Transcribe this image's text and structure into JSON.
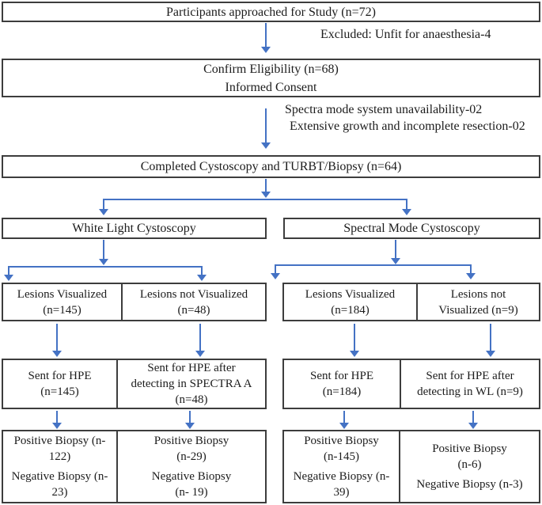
{
  "palette": {
    "arrow_color": "#4472C4",
    "box_border_color": "#3d3d3d",
    "background": "#ffffff"
  },
  "flow": {
    "participants": {
      "text": "Participants approached for Study (n=72)"
    },
    "excluded_note": {
      "text": "Excluded: Unfit for anaesthesia-4"
    },
    "eligibility": {
      "line1": "Confirm Eligibility (n=68)",
      "line2": "Informed Consent"
    },
    "dropout_notes": {
      "line1": "Spectra mode system unavailability-02",
      "line2": "Extensive growth and incomplete resection-02"
    },
    "completed": {
      "text": "Completed Cystoscopy and TURBT/Biopsy (n=64)"
    },
    "arms": {
      "white_light": "White Light Cystoscopy",
      "spectral": "Spectral Mode Cystoscopy"
    },
    "lesions": {
      "wl_visualized": [
        "Lesions Visualized",
        "(n=145)"
      ],
      "wl_not_visualized": [
        "Lesions not Visualized",
        "(n=48)"
      ],
      "sm_visualized": [
        "Lesions Visualized",
        "(n=184)"
      ],
      "sm_not_visualized": [
        "Lesions not",
        "Visualized (n=9)"
      ]
    },
    "hpe": {
      "wl_direct": [
        "Sent for HPE",
        "(n=145)"
      ],
      "wl_after_spectra": [
        "Sent for HPE after",
        "detecting in SPECTRA A",
        "(n=48)"
      ],
      "sm_direct": [
        "Sent for HPE",
        "(n=184)"
      ],
      "sm_after_wl": [
        "Sent for HPE after",
        "detecting in WL (n=9)"
      ]
    },
    "biopsy": {
      "wl_direct": {
        "positive": [
          "Positive Biopsy (n-",
          "122)"
        ],
        "negative": [
          "Negative Biopsy (n-",
          "23)"
        ]
      },
      "wl_after_spectra": {
        "positive": [
          "Positive Biopsy",
          "(n-29)"
        ],
        "negative": [
          "Negative Biopsy",
          "(n- 19)"
        ]
      },
      "sm_direct": {
        "positive": [
          "Positive Biopsy",
          "(n-145)"
        ],
        "negative": [
          "Negative Biopsy (n-",
          "39)"
        ]
      },
      "sm_after_wl": {
        "positive": [
          "Positive Biopsy",
          "(n-6)"
        ],
        "negative": [
          "Negative Biopsy (n-3)"
        ]
      }
    }
  }
}
